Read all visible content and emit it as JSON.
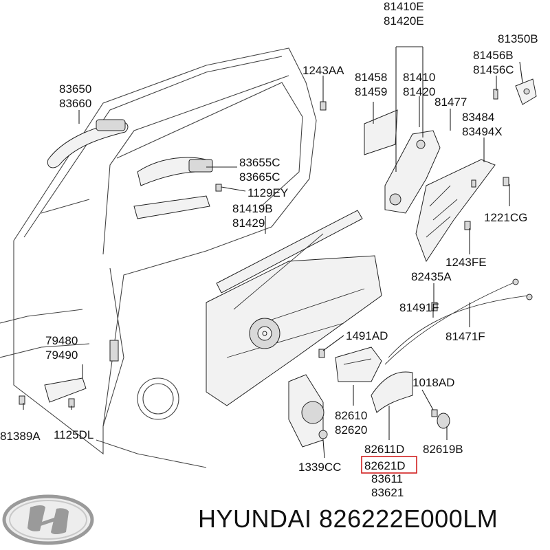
{
  "labels": {
    "p81410E": "81410E",
    "p81420E": "81420E",
    "p81350B": "81350B",
    "p81456B": "81456B",
    "p81456C": "81456C",
    "p1243AA": "1243AA",
    "p81458": "81458",
    "p81459": "81459",
    "p81410": "81410",
    "p81420": "81420",
    "p81477": "81477",
    "p83484": "83484",
    "p83494X": "83494X",
    "p83650": "83650",
    "p83660": "83660",
    "p83655C": "83655C",
    "p83665C": "83665C",
    "p1129EY": "1129EY",
    "p81419B": "81419B",
    "p81429": "81429",
    "p1221CG": "1221CG",
    "p1243FE": "1243FE",
    "p82435A": "82435A",
    "p81491F": "81491F",
    "p81471F": "81471F",
    "p1491AD": "1491AD",
    "p79480": "79480",
    "p79490": "79490",
    "p1018AD": "1018AD",
    "p82610": "82610",
    "p82620": "82620",
    "p82611D": "82611D",
    "p82619B": "82619B",
    "p82621D": "82621D",
    "p83611": "83611",
    "p83621": "83621",
    "p81389A": "81389A",
    "p1125DL": "1125DL",
    "p1339CC": "1339CC"
  },
  "footer": {
    "text": "HYUNDAI 826222E000LM"
  },
  "colors": {
    "highlight": "#d02020",
    "ink": "#222222"
  },
  "icons": {
    "brand": "hyundai-logo"
  }
}
